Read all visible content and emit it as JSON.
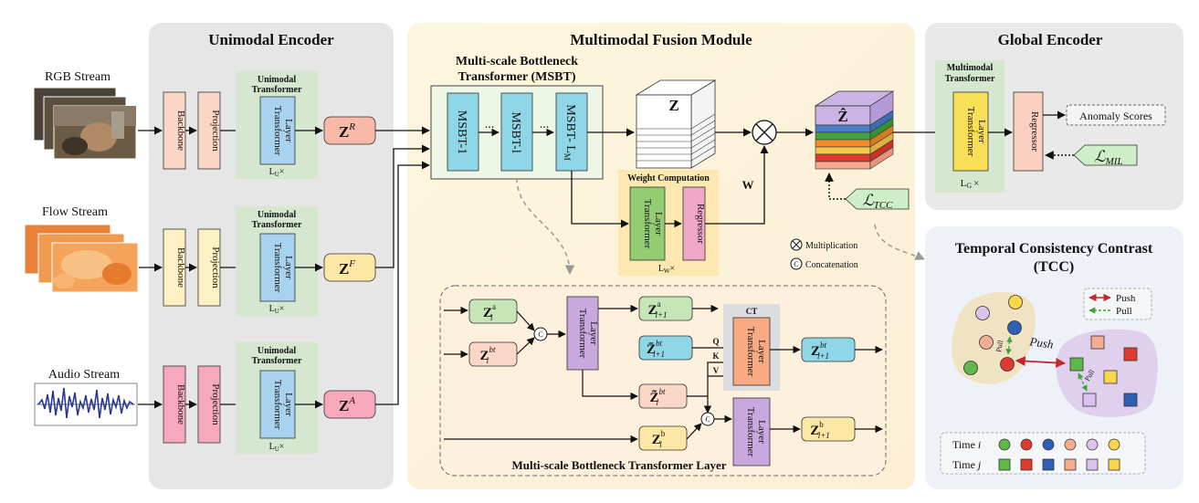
{
  "unimodal_encoder": {
    "title": "Unimodal Encoder",
    "streams": [
      {
        "label": "RGB Stream",
        "backbone": "Backbone",
        "projection": "Projection",
        "transformer_title_1": "Unimodal",
        "transformer_title_2": "Transformer",
        "layer_1": "Transformer",
        "layer_2": "Layer",
        "repeat": "L",
        "repeat_sub": "U",
        "repeat_x": "×",
        "feature": "Z",
        "feature_sup": "R"
      },
      {
        "label": "Flow Stream",
        "backbone": "Backbone",
        "projection": "Projection",
        "transformer_title_1": "Unimodal",
        "transformer_title_2": "Transformer",
        "layer_1": "Transformer",
        "layer_2": "Layer",
        "repeat": "L",
        "repeat_sub": "U",
        "repeat_x": "×",
        "feature": "Z",
        "feature_sup": "F"
      },
      {
        "label": "Audio Stream",
        "backbone": "Backbone",
        "projection": "Projection",
        "transformer_title_1": "Unimodal",
        "transformer_title_2": "Transformer",
        "layer_1": "Transformer",
        "layer_2": "Layer",
        "repeat": "L",
        "repeat_sub": "U",
        "repeat_x": "×",
        "feature": "Z",
        "feature_sup": "A"
      }
    ]
  },
  "fusion": {
    "title": "Multimodal Fusion Module",
    "msbt_title_1": "Multi-scale Bottleneck",
    "msbt_title_2": "Transformer (MSBT)",
    "msbt_blocks": [
      "MSBT-1",
      "MSBT-l",
      "MSBT- L"
    ],
    "msbt_last_sub": "M",
    "dots": "...",
    "z_label": "Z",
    "zhat_label": "Ẑ",
    "w_label": "W",
    "weight": {
      "title": "Weight Computation",
      "layer_1": "Transformer",
      "layer_2": "Layer",
      "regressor": "Regressor",
      "repeat": "L",
      "repeat_sub": "W",
      "repeat_x": "×"
    },
    "legend": {
      "mult": "Multiplication",
      "concat": "Concatenation",
      "c": "C"
    },
    "ltcc": "ℒ",
    "ltcc_sub": "TCC",
    "layer_box": {
      "title": "Multi-scale  Bottleneck Transformer  Layer",
      "z_a": "Z",
      "z_a_sub": "l",
      "z_a_sup": "a",
      "z_bt": "Z",
      "z_bt_sub": "l",
      "z_bt_sup": "bt",
      "tl1_1": "Transformer",
      "tl1_2": "Layer",
      "z_a_next": "Z",
      "z_a_next_sub": "l+1",
      "z_a_next_sup": "a",
      "z_bt_bar": "Z̄",
      "z_bt_bar_sub": "l+1",
      "z_bt_bar_sup": "bt",
      "z_bt_tilde": "Z̃",
      "z_bt_tilde_sub": "l",
      "z_bt_tilde_sup": "bt",
      "ct": "CT",
      "q": "Q",
      "k": "K",
      "v": "V",
      "ct_layer_1": "Transformer",
      "ct_layer_2": "Layer",
      "z_bt_next": "Z",
      "z_bt_next_sub": "l+1",
      "z_bt_next_sup": "bt",
      "z_b": "Z",
      "z_b_sub": "l",
      "z_b_sup": "b",
      "tl2_1": "Transformer",
      "tl2_2": "Layer",
      "z_b_next": "Z",
      "z_b_next_sub": "l+1",
      "z_b_next_sup": "b",
      "c": "C"
    }
  },
  "global_encoder": {
    "title": "Global Encoder",
    "mm_title_1": "Multimodal",
    "mm_title_2": "Transformer",
    "layer_1": "Transformer",
    "layer_2": "Layer",
    "repeat": "L",
    "repeat_sub": "G",
    "repeat_x": "×",
    "regressor": "Regressor",
    "scores": "Anomaly Scores",
    "lmil": "ℒ",
    "lmil_sub": "MIL"
  },
  "tcc": {
    "title_1": "Temporal Consistency Contrast",
    "title_2": "(TCC)",
    "legend_push": "Push",
    "legend_pull": "Pull",
    "push_label": "Push",
    "pull_label": "Pull",
    "time_i": "Time",
    "time_i_var": "i",
    "time_j": "Time",
    "time_j_var": "j"
  },
  "colors": {
    "unimodal_bg": "#e6e6e6",
    "fusion_bg": "#fdf3dc",
    "global_bg": "#e9e9e9",
    "tcc_bg": "#eef2f8",
    "green_panel": "#d5e8cf",
    "backbone_rgb": "#fbd6c6",
    "backbone_flow": "#fdf0c2",
    "backbone_audio": "#f6a9bd",
    "layer_blue": "#a9d2ee",
    "msbt_cyan": "#8fd7e6",
    "weight_bg": "#fde9b0",
    "weight_green": "#93cc73",
    "regressor_pink": "#f0a8c8",
    "layer_yellow": "#f9df55",
    "global_regressor": "#fbd0c0",
    "layer_purple": "#c9a9dd",
    "layer_orange": "#f8ab82",
    "ltcc_green": "#cdeec6"
  }
}
